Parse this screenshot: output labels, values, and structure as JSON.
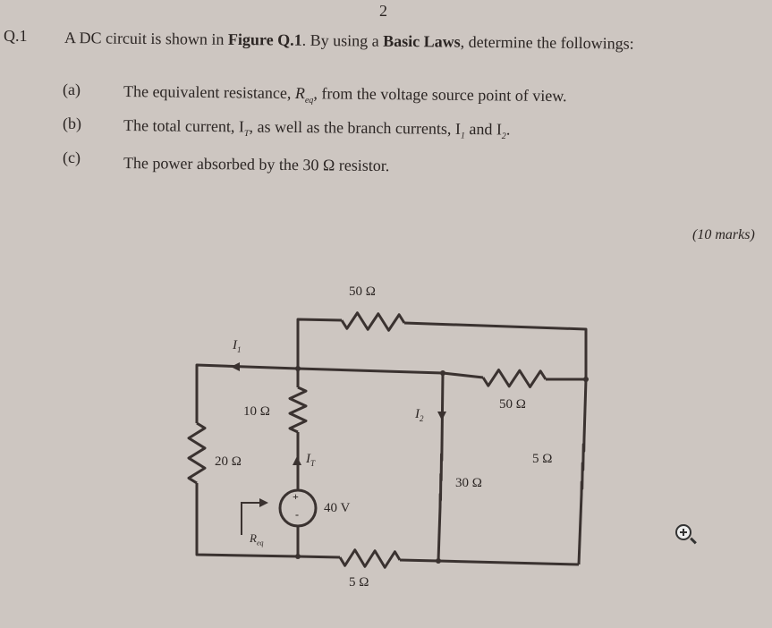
{
  "page_number": "2",
  "question": {
    "number": "Q.1",
    "intro_parts": [
      "A DC circuit is shown in ",
      "Figure Q.1",
      ". By using a ",
      "Basic Laws",
      ", determine the followings:"
    ],
    "items": [
      {
        "label": "(a)",
        "text_before": "The equivalent resistance, ",
        "symbol": "R",
        "sub": "eq",
        "text_after": ", from the voltage source point of view."
      },
      {
        "label": "(b)",
        "text": "The total current, I",
        "sub_t": "T",
        "text_mid": ", as well as the branch currents, I",
        "sub_1": "1",
        "text_and": " and I",
        "sub_2": "2",
        "text_end": "."
      },
      {
        "label": "(c)",
        "text": "The power absorbed by the 30 Ω resistor."
      }
    ],
    "marks": "(10 marks)"
  },
  "circuit": {
    "r_top": "50 Ω",
    "r_mid_right": "50 Ω",
    "r_10": "10 Ω",
    "r_20": "20 Ω",
    "r_30": "30 Ω",
    "r_5_right": "5 Ω",
    "r_5_bottom": "5 Ω",
    "source": "40 V",
    "source_plus": "+",
    "source_minus": "-",
    "i1": "I",
    "i1_sub": "1",
    "i2": "I",
    "i2_sub": "2",
    "it": "I",
    "it_sub": "T",
    "req": "R",
    "req_sub": "eq"
  }
}
